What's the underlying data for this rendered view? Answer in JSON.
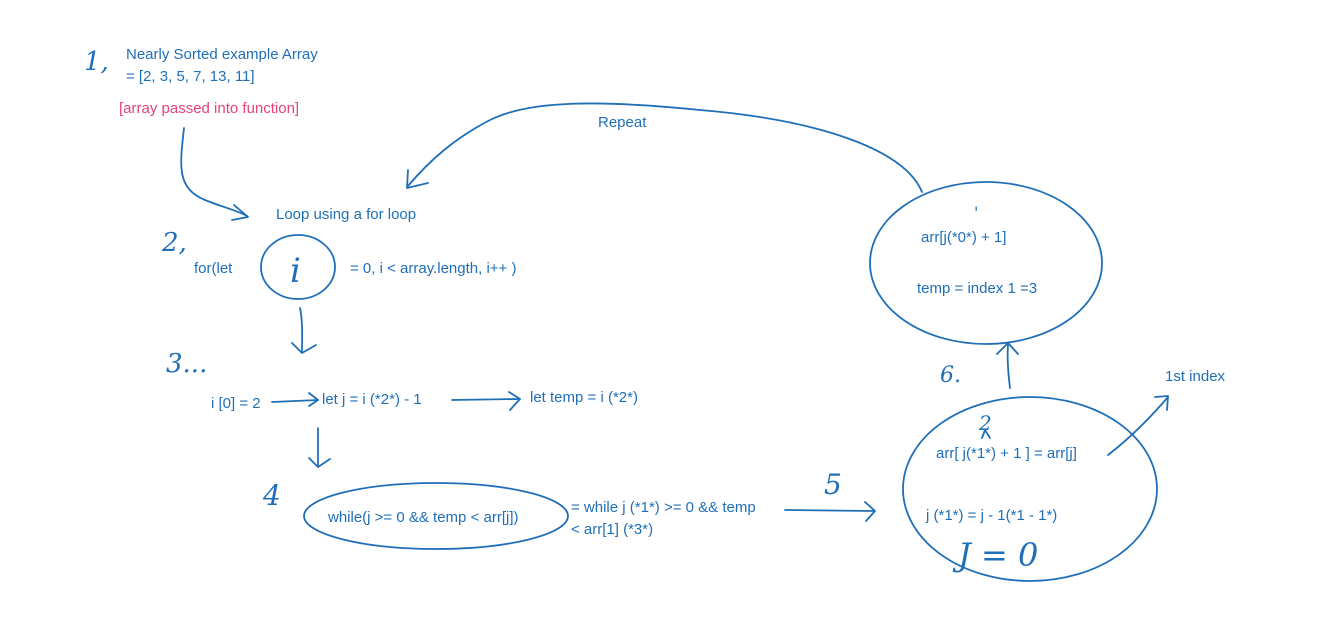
{
  "colors": {
    "ink": "#1f6fb8",
    "highlight": "#e8407a",
    "background": "#ffffff"
  },
  "step1": {
    "number": "1,",
    "title": "Nearly Sorted example Array",
    "array": "= [2, 3, 5, 7, 13, 11]",
    "note": "[array passed into function]"
  },
  "step2": {
    "number": "2,",
    "caption": "Loop using a for loop",
    "prefix": "for(let",
    "circled": "i",
    "suffix": "= 0, i < array.length, i++ )"
  },
  "step3": {
    "number": "3...",
    "first": "i [0] = 2",
    "second": "let j = i (*2*) - 1",
    "third": "let temp = i (*2*)"
  },
  "step4": {
    "number": "4",
    "while": "while(j >= 0 && temp < arr[j])",
    "expanded_line1": "= while j (*1*) >= 0 && temp",
    "expanded_line2": "< arr[1] (*3*)"
  },
  "step5": {
    "number": "5",
    "superscript": "2",
    "assign": "arr[ j(*1*) + 1  ] = arr[j]",
    "decrement": "j (*1*) = j - 1(*1 - 1*)",
    "result": "J = 0",
    "pointer": "1st index"
  },
  "step6": {
    "number": "6.",
    "tick": "'",
    "line1": "arr[j(*0*) + 1]",
    "line2": "temp = index 1 =3"
  },
  "loop_label": "Repeat"
}
